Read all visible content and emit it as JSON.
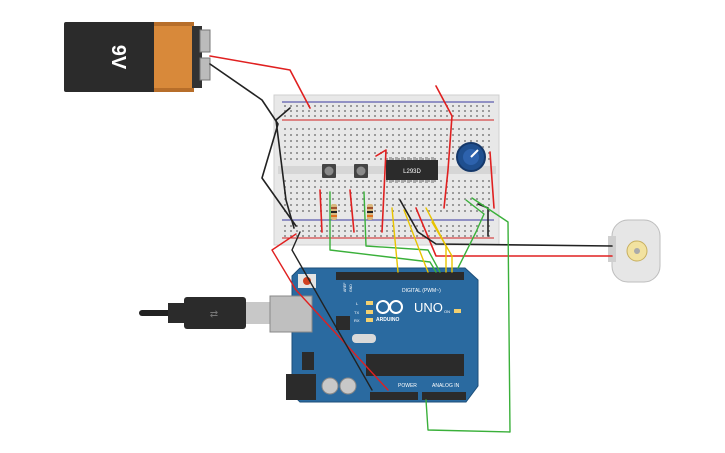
{
  "battery": {
    "label": "9V"
  },
  "chip": {
    "label": "L293D"
  },
  "arduino": {
    "brand": "ARDUINO",
    "model": "UNO",
    "digital_label": "DIGITAL (PWM~)",
    "power_label": "POWER",
    "analog_label": "ANALOG IN",
    "led_labels": [
      "L",
      "TX",
      "RX"
    ],
    "on_label": "ON",
    "aref_label": "AREF",
    "gnd_label": "GND"
  },
  "colors": {
    "board_blue": "#2a6aa0",
    "breadboard": "#ebebeb",
    "wire_red": "#e02020",
    "wire_black": "#222222",
    "wire_green": "#3ab03a",
    "wire_yellow": "#e8c400",
    "battery_orange": "#d8893a",
    "pot_blue": "#1f4f8f"
  }
}
